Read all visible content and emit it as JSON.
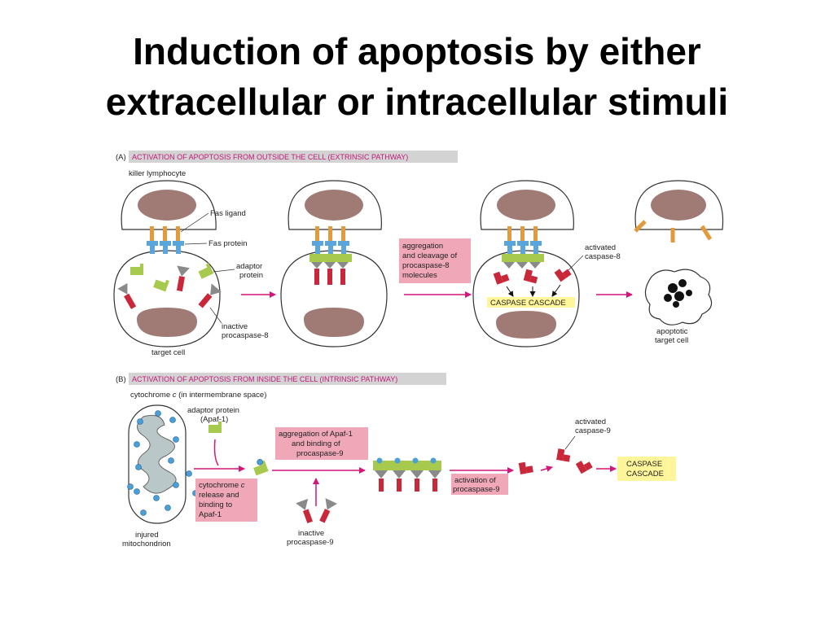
{
  "title": {
    "line1": "Induction of apoptosis by either",
    "line2": "extracellular or intracellular stimuli"
  },
  "colors": {
    "nucleus": "#a07a74",
    "fas_ligand": "#e39a3c",
    "fas_protein": "#5aa6dc",
    "adaptor": "#a6c94e",
    "procaspase_red": "#c9283a",
    "procaspase_gray": "#8a8a8a",
    "pink_box": "#f0a8b8",
    "yellow_box": "#fff59a",
    "arrow": "#d4157a",
    "header_bg": "#d3d3d3",
    "mito_inner": "#b9c7c9",
    "cyto_c": "#4a9fd8"
  },
  "panel_a": {
    "tag": "(A)",
    "header": "ACTIVATION OF APOPTOSIS FROM OUTSIDE THE CELL (EXTRINSIC PATHWAY)",
    "killer_lymphocyte": "killer lymphocyte",
    "fas_ligand": "Fas ligand",
    "fas_protein": "Fas protein",
    "adaptor_protein": [
      "adaptor",
      "protein"
    ],
    "inactive_procaspase": [
      "inactive",
      "procaspase-8"
    ],
    "target_cell": "target cell",
    "aggregation_box": [
      "aggregation",
      "and cleavage of",
      "procaspase-8",
      "molecules"
    ],
    "activated_caspase": [
      "activated",
      "caspase-8"
    ],
    "caspase_cascade": "CASPASE CASCADE",
    "apoptotic_cell": [
      "apoptotic",
      "target cell"
    ]
  },
  "panel_b": {
    "tag": "(B)",
    "header": "ACTIVATION OF APOPTOSIS FROM INSIDE THE CELL (INTRINSIC PATHWAY)",
    "cytochrome_label": [
      "cytochrome ",
      "c",
      " (in intermembrane space)"
    ],
    "adaptor_protein": [
      "adaptor protein",
      "(Apaf-1)"
    ],
    "release_box": [
      "cytochrome ",
      "c",
      "release and",
      "binding to",
      "Apaf-1"
    ],
    "injured_mito": [
      "injured",
      "mitochondrion"
    ],
    "aggregation_box": [
      "aggregation of Apaf-1",
      "and binding of",
      "procaspase-9"
    ],
    "inactive_procaspase": [
      "inactive",
      "procaspase-9"
    ],
    "activation_box": [
      "activation of",
      "procaspase-9"
    ],
    "activated_caspase": [
      "activated",
      "caspase-9"
    ],
    "caspase_cascade": [
      "CASPASE",
      "CASCADE"
    ]
  }
}
